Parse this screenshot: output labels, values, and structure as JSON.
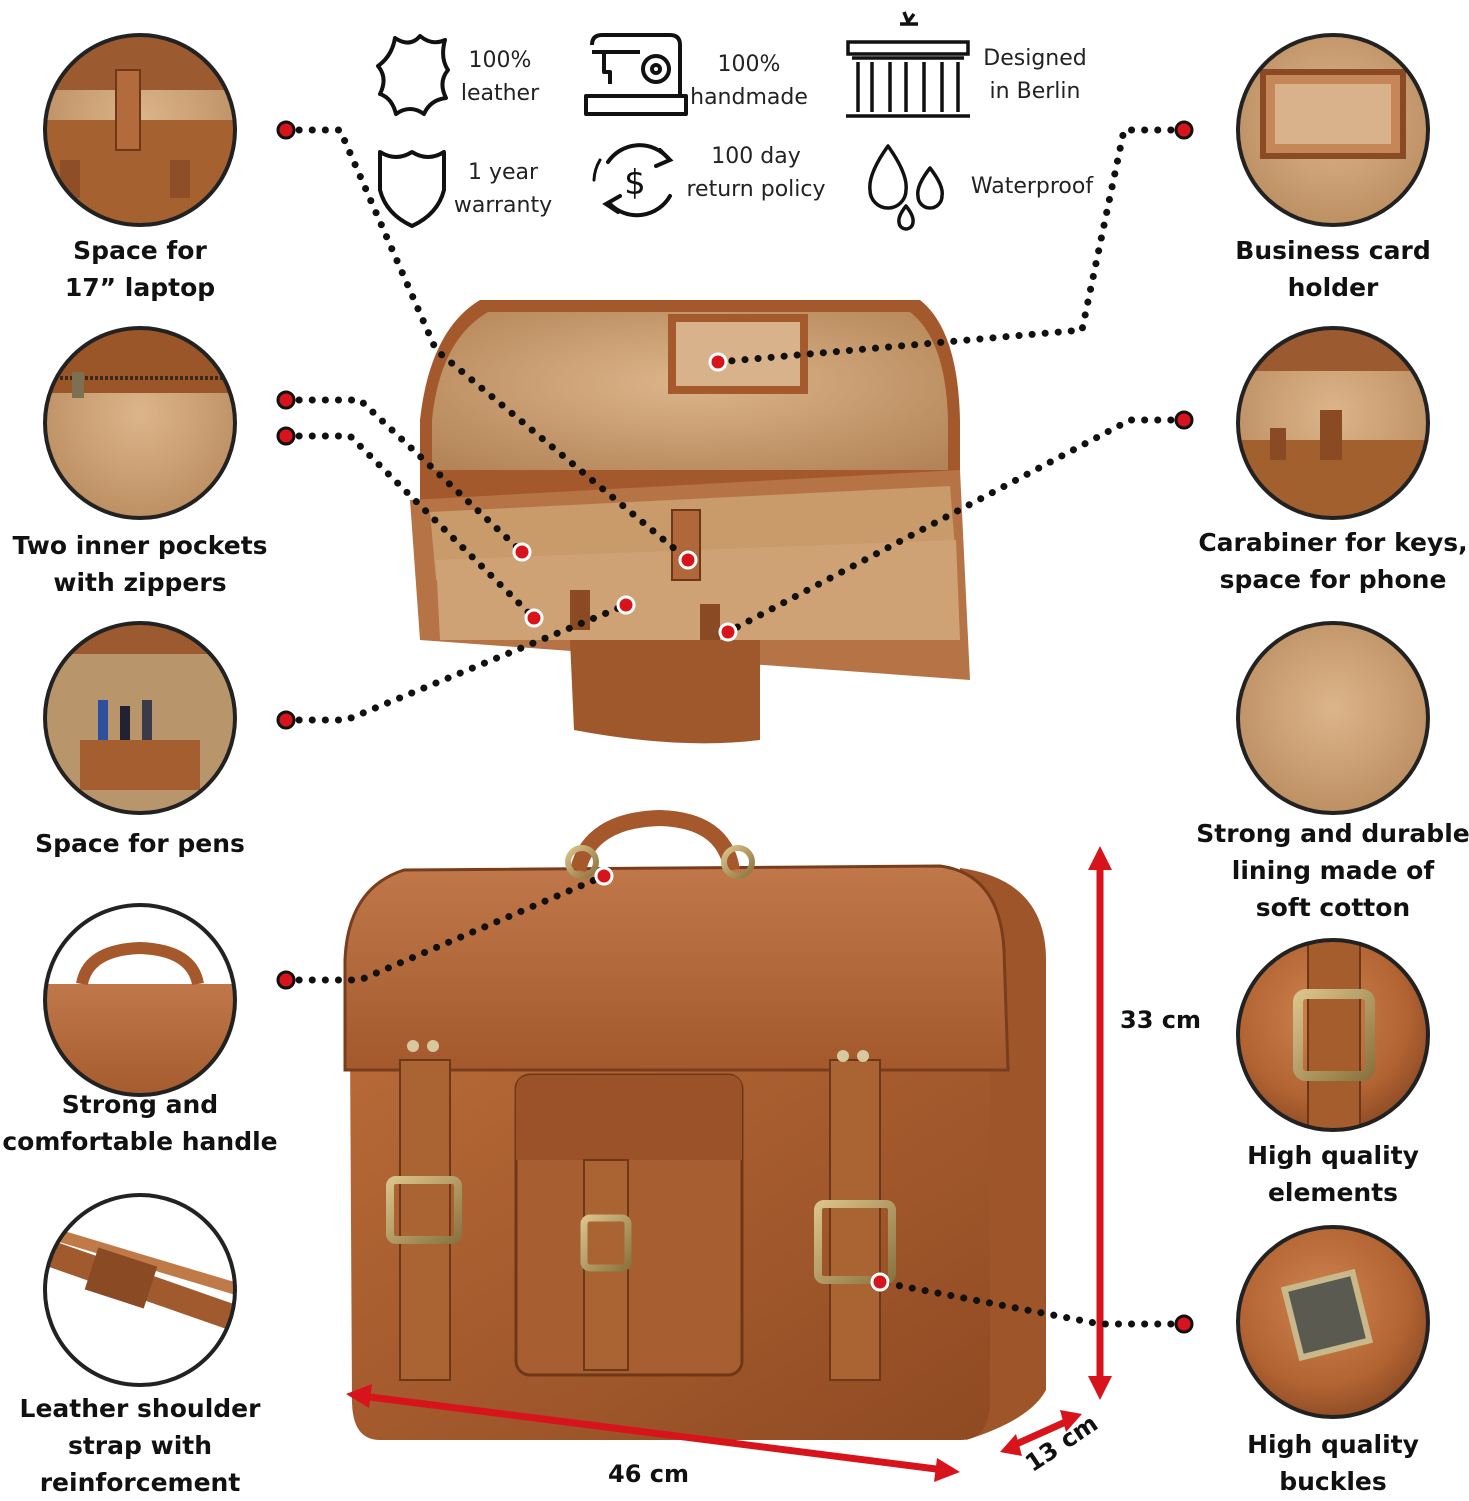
{
  "badges": [
    {
      "id": "leather",
      "icon": "leather-hide-icon",
      "lines": [
        "100%",
        "leather"
      ]
    },
    {
      "id": "handmade",
      "icon": "sewing-machine-icon",
      "lines": [
        "100%",
        "handmade"
      ]
    },
    {
      "id": "berlin",
      "icon": "brandenburg-gate-icon",
      "lines": [
        "Designed",
        "in Berlin"
      ]
    },
    {
      "id": "warranty",
      "icon": "shield-icon",
      "lines": [
        "1 year",
        "warranty"
      ]
    },
    {
      "id": "return",
      "icon": "dollar-return-icon",
      "lines": [
        "100 day",
        "return policy"
      ]
    },
    {
      "id": "waterproof",
      "icon": "water-drops-icon",
      "lines": [
        "Waterproof"
      ]
    }
  ],
  "left_features": [
    {
      "lines": [
        "Space for",
        "17” laptop"
      ],
      "thumb": "laptop-compartment-thumbnail"
    },
    {
      "lines": [
        "Two inner pockets",
        "with zippers"
      ],
      "thumb": "inner-pocket-thumbnail"
    },
    {
      "lines": [
        "Space for pens"
      ],
      "thumb": "pen-holder-thumbnail"
    },
    {
      "lines": [
        "Strong and",
        "comfortable handle"
      ],
      "thumb": "handle-thumbnail"
    },
    {
      "lines": [
        "Leather shoulder",
        "strap with",
        "reinforcement"
      ],
      "thumb": "shoulder-strap-thumbnail"
    }
  ],
  "right_features": [
    {
      "lines": [
        "Business card",
        "holder"
      ],
      "thumb": "business-card-holder-thumbnail"
    },
    {
      "lines": [
        "Carabiner for keys,",
        "space for phone"
      ],
      "thumb": "carabiner-thumbnail"
    },
    {
      "lines": [
        "Strong and durable",
        "lining made of",
        "soft cotton"
      ],
      "thumb": "cotton-lining-thumbnail"
    },
    {
      "lines": [
        "High quality",
        "elements"
      ],
      "thumb": "buckle-element-thumbnail"
    },
    {
      "lines": [
        "High quality",
        "buckles"
      ],
      "thumb": "clasp-buckle-thumbnail"
    }
  ],
  "dimensions": {
    "height": "33 cm",
    "width": "46 cm",
    "depth": "13 cm"
  },
  "colors": {
    "accent": "#d7141c",
    "leather": "#b86a38",
    "leather_dark": "#8a4622",
    "lining": "#d2a679",
    "text": "#111111"
  }
}
